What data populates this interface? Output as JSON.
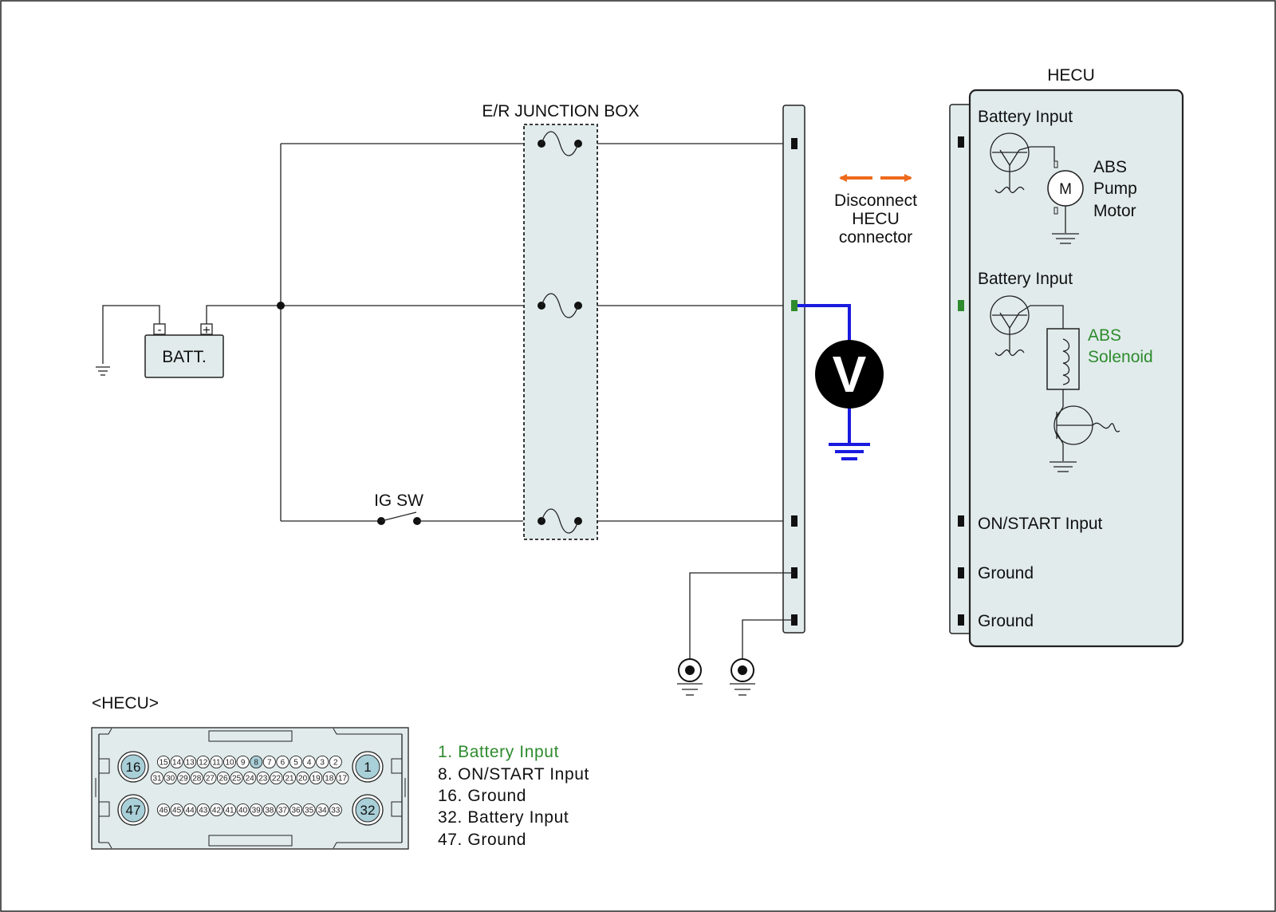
{
  "colors": {
    "panel_fill": "#e1ebeb",
    "highlight_green": "#2e8b2e",
    "meter_wire": "#1a1adf",
    "arrow": "#ee6a1c"
  },
  "junction_box": {
    "title": "E/R JUNCTION BOX"
  },
  "battery": {
    "label": "BATT.",
    "neg": "-",
    "pos": "+"
  },
  "ig_switch": {
    "label": "IG SW"
  },
  "voltmeter": {
    "symbol": "V",
    "icon": "voltmeter-icon"
  },
  "disconnect": {
    "lines": [
      "Disconnect",
      "HECU",
      "connector"
    ],
    "icon": "double-arrow-icon"
  },
  "hecu": {
    "title": "HECU",
    "pins": [
      {
        "label": "Battery Input",
        "highlight": false
      },
      {
        "label": "Battery Input",
        "highlight": true
      },
      {
        "label": "ON/START Input",
        "highlight": false
      },
      {
        "label": "Ground",
        "highlight": false
      },
      {
        "label": "Ground",
        "highlight": false
      }
    ],
    "motor": {
      "symbol": "M",
      "lines": [
        "ABS",
        "Pump",
        "Motor"
      ]
    },
    "solenoid": {
      "lines": [
        "ABS",
        "Solenoid"
      ]
    }
  },
  "connector": {
    "title": "<HECU>",
    "big_pins": [
      "16",
      "1",
      "47",
      "32"
    ],
    "top_row": [
      "15",
      "14",
      "13",
      "12",
      "11",
      "10",
      "9",
      "8",
      "7",
      "6",
      "5",
      "4",
      "3",
      "2"
    ],
    "middle_row": [
      "31",
      "30",
      "29",
      "28",
      "27",
      "26",
      "25",
      "24",
      "23",
      "22",
      "21",
      "20",
      "19",
      "18",
      "17"
    ],
    "bottom_row": [
      "46",
      "45",
      "44",
      "43",
      "42",
      "41",
      "40",
      "39",
      "38",
      "37",
      "36",
      "35",
      "34",
      "33"
    ],
    "highlight_pin": "8",
    "legend": [
      {
        "text": "1. Battery Input",
        "highlight": true
      },
      {
        "text": "8. ON/START Input",
        "highlight": false
      },
      {
        "text": "16. Ground",
        "highlight": false
      },
      {
        "text": "32. Battery Input",
        "highlight": false
      },
      {
        "text": "47. Ground",
        "highlight": false
      }
    ]
  }
}
